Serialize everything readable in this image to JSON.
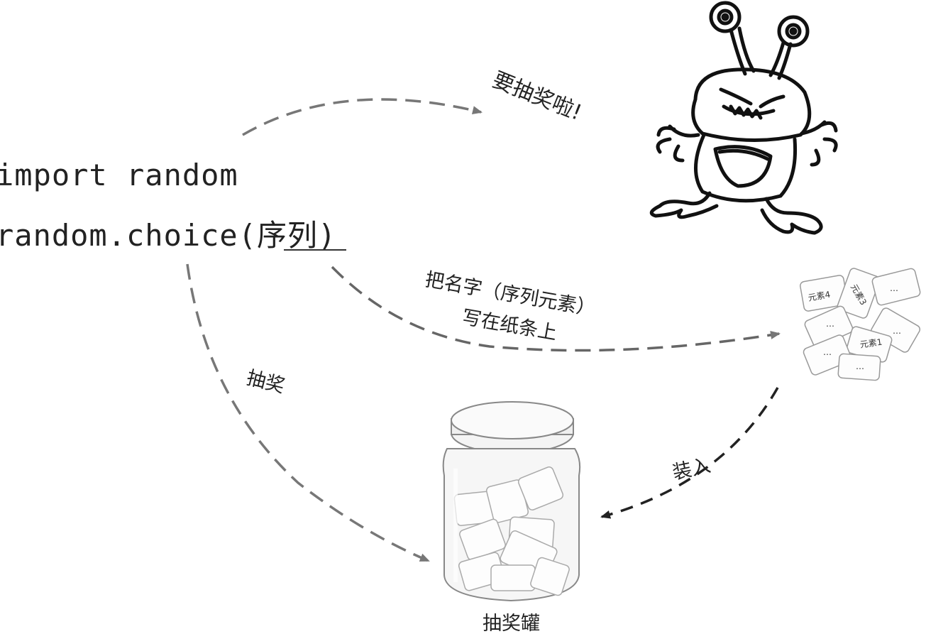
{
  "code": {
    "line1": "import random",
    "line2_prefix": "random.choice(",
    "line2_arg": "序列",
    "line2_suffix": ")"
  },
  "labels": {
    "monster_speech": "要抽奖啦!",
    "write_line1": "把名字（序列元素）",
    "write_line2": "写在纸条上",
    "draw": "抽奖",
    "put_in": "装入",
    "jar": "抽奖罐"
  },
  "papers": [
    "元素4",
    "元素3",
    "…",
    "…",
    "…",
    "元素1",
    "…",
    "…"
  ],
  "colors": {
    "arrow_gray": "#777777",
    "arrow_black": "#222222",
    "text": "#222222"
  },
  "icons": [
    "monster-icon",
    "paper-slips-icon",
    "jar-icon"
  ]
}
